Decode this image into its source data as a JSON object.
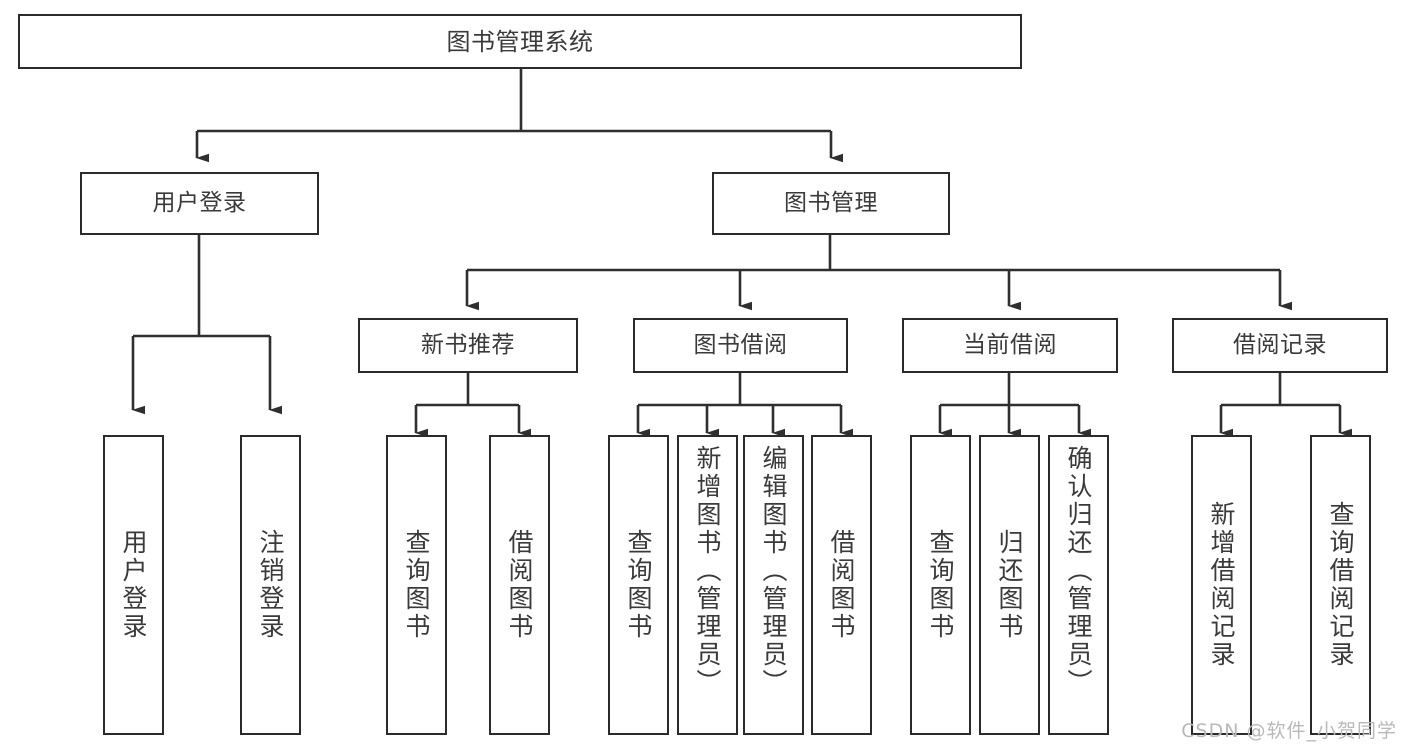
{
  "diagram": {
    "title": "图书管理系统",
    "type": "tree-hierarchy-diagram",
    "colors": {
      "box_border": "#2b2b2b",
      "box_fill": "#ffffff",
      "connector": "#333333",
      "text": "#3a3a3a",
      "watermark": "#b9b9b9",
      "background": "#ffffff"
    }
  },
  "watermark": {
    "text": "CSDN @软件_小贺同学"
  },
  "nodes": {
    "root": {
      "label": "图书管理系统"
    },
    "level2": [
      {
        "label": "用户登录"
      },
      {
        "label": "图书管理"
      }
    ],
    "level3": [
      {
        "label": "新书推荐"
      },
      {
        "label": "图书借阅"
      },
      {
        "label": "当前借阅"
      },
      {
        "label": "借阅记录"
      }
    ],
    "leaves": {
      "user_login": [
        {
          "label": "用户登录"
        },
        {
          "label": "注销登录"
        }
      ],
      "new_book_recommend": [
        {
          "label": "查询图书"
        },
        {
          "label": "借阅图书"
        }
      ],
      "book_borrow": [
        {
          "label": "查询图书"
        },
        {
          "label": "新增图书（管理员）"
        },
        {
          "label": "编辑图书（管理员）"
        },
        {
          "label": "借阅图书"
        }
      ],
      "current_borrow": [
        {
          "label": "查询图书"
        },
        {
          "label": "归还图书"
        },
        {
          "label": "确认归还（管理员）"
        }
      ],
      "borrow_record": [
        {
          "label": "新增借阅记录"
        },
        {
          "label": "查询借阅记录"
        }
      ]
    }
  }
}
